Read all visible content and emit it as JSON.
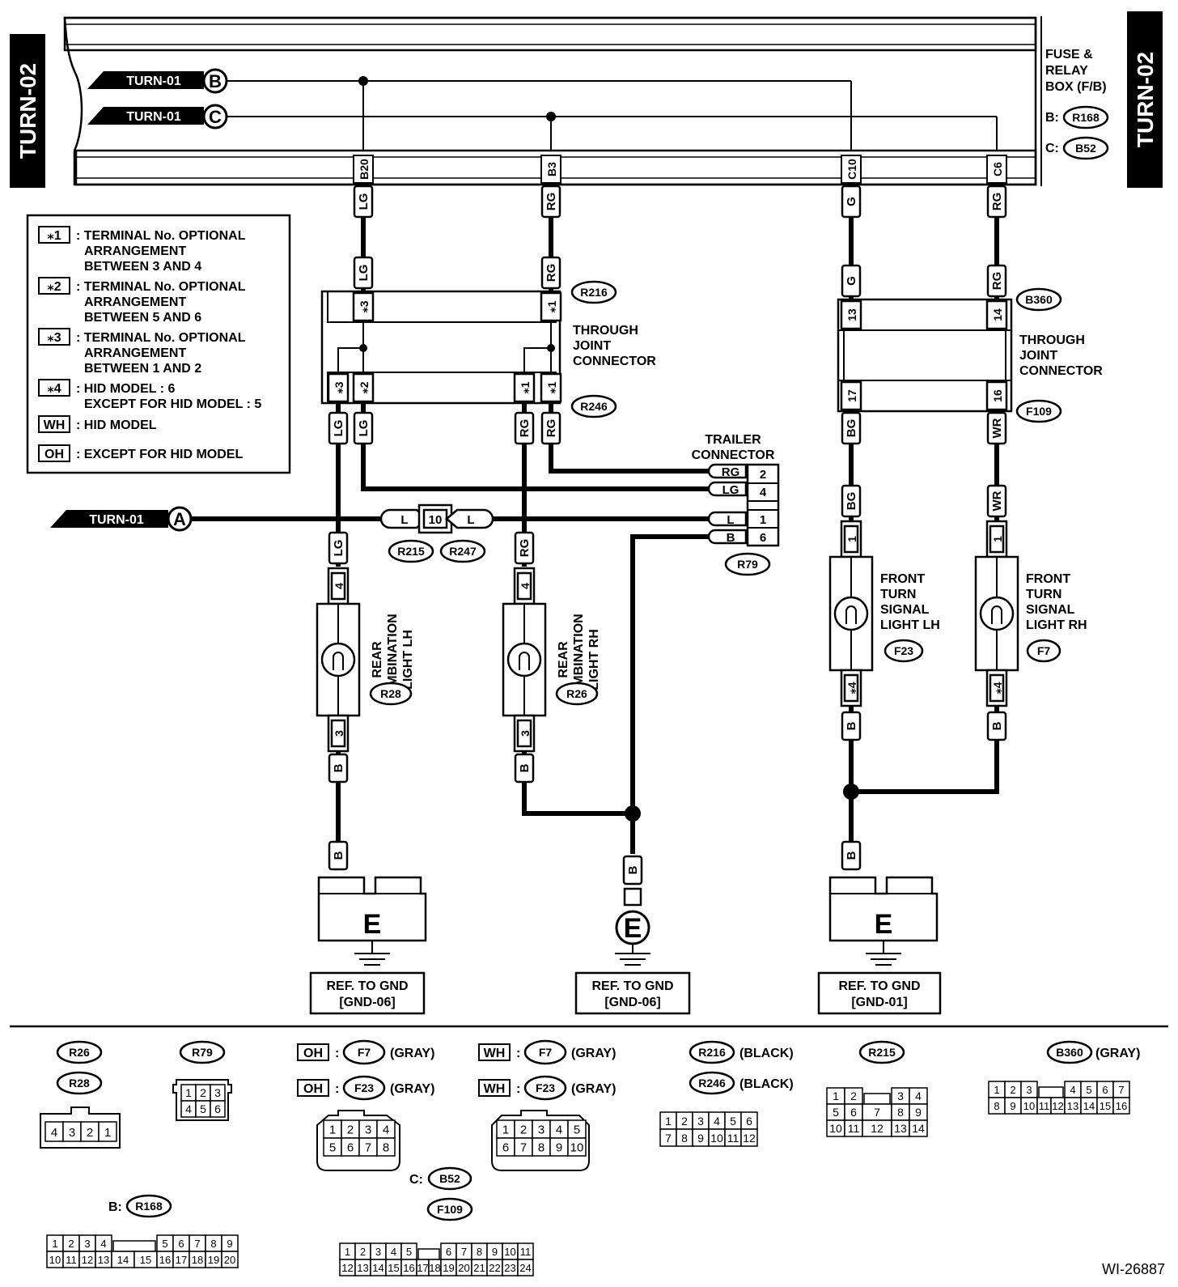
{
  "page_tag": "TURN-02",
  "fuse_box": {
    "label_lines": [
      "FUSE &",
      "RELAY",
      "BOX (F/B)"
    ],
    "b_prefix": "B:",
    "b_conn": "R168",
    "c_prefix": "C:",
    "c_conn": "B52"
  },
  "refs": {
    "turn_b": "TURN-01",
    "b_letter": "B",
    "turn_c": "TURN-01",
    "c_letter": "C",
    "turn_a": "TURN-01",
    "a_letter": "A"
  },
  "pins": {
    "b20": "B20",
    "b3": "B3",
    "c10": "C10",
    "c6": "C6"
  },
  "wires": {
    "lg": "LG",
    "rg": "RG",
    "g": "G",
    "bg": "BG",
    "wr": "WR",
    "l": "L",
    "b": "B"
  },
  "legend": [
    {
      "key": "⁎1",
      "lines": [
        ": TERMINAL No. OPTIONAL",
        "ARRANGEMENT",
        "BETWEEN 3 AND 4"
      ]
    },
    {
      "key": "⁎2",
      "lines": [
        ": TERMINAL No. OPTIONAL",
        "ARRANGEMENT",
        "BETWEEN 5 AND 6"
      ]
    },
    {
      "key": "⁎3",
      "lines": [
        ": TERMINAL No. OPTIONAL",
        "ARRANGEMENT",
        "BETWEEN 1 AND 2"
      ]
    },
    {
      "key": "⁎4",
      "lines": [
        ": HID MODEL :  6",
        "EXCEPT FOR HID MODEL :  5"
      ]
    },
    {
      "key": "WH",
      "lines": [
        ": HID MODEL"
      ]
    },
    {
      "key": "OH",
      "lines": [
        ": EXCEPT FOR HID MODEL"
      ]
    }
  ],
  "terms": {
    "s1": "⁎1",
    "s2": "⁎2",
    "s3": "⁎3",
    "s4": "⁎4",
    "t13": "13",
    "t14": "14",
    "t17": "17",
    "t16": "16",
    "t1": "1",
    "t3": "3",
    "t4": "4",
    "t10": "10",
    "t2": "2",
    "t6": "6"
  },
  "through_joint": {
    "lines": [
      "THROUGH",
      "JOINT",
      "CONNECTOR"
    ]
  },
  "trailer": {
    "lines": [
      "TRAILER",
      "CONNECTOR"
    ]
  },
  "conns": {
    "r216": "R216",
    "r246": "R246",
    "b360": "B360",
    "f109": "F109",
    "r215": "R215",
    "r247": "R247",
    "r79": "R79",
    "r28": "R28",
    "r26": "R26",
    "f23": "F23",
    "f7": "F7",
    "r168": "R168",
    "b52": "B52"
  },
  "components": {
    "rear_lh": [
      "REAR",
      "COMBINATION",
      "LIGHT LH"
    ],
    "rear_rh": [
      "REAR",
      "COMBINATION",
      "LIGHT RH"
    ],
    "front_lh": [
      "FRONT",
      "TURN",
      "SIGNAL",
      "LIGHT LH"
    ],
    "front_rh": [
      "FRONT",
      "TURN",
      "SIGNAL",
      "LIGHT RH"
    ]
  },
  "ground": {
    "letter": "E",
    "ref_lines_06": [
      "REF. TO GND",
      "[GND-06]"
    ],
    "ref_lines_01": [
      "REF. TO GND",
      "[GND-01]"
    ]
  },
  "conn_views": {
    "oh": "OH",
    "wh": "WH",
    "sep": ":",
    "gray": "(GRAY)",
    "black": "(BLACK)",
    "b_prefix": "B:",
    "c_prefix": "C:",
    "r26_rows": [
      [
        "4",
        "3",
        "2",
        "1"
      ]
    ],
    "r79_rows": [
      [
        "1",
        "2",
        "3"
      ],
      [
        "4",
        "5",
        "6"
      ]
    ],
    "f8_rows": [
      [
        "1",
        "2",
        "3",
        "4"
      ],
      [
        "5",
        "6",
        "7",
        "8"
      ]
    ],
    "f10_rows": [
      [
        "1",
        "2",
        "3",
        "4",
        "5"
      ],
      [
        "6",
        "7",
        "8",
        "9",
        "10"
      ]
    ],
    "r216_rows": [
      [
        "1",
        "2",
        "3",
        "4",
        "5",
        "6"
      ],
      [
        "7",
        "8",
        "9",
        "10",
        "11",
        "12"
      ]
    ],
    "r215_rows": [
      [
        "1",
        "2",
        "",
        "3",
        "4"
      ],
      [
        "5",
        "6",
        "7",
        "8",
        "9"
      ],
      [
        "10",
        "11",
        "12",
        "13",
        "14"
      ]
    ],
    "b360_rows": [
      [
        "1",
        "2",
        "3",
        "",
        "4",
        "5",
        "6",
        "7"
      ],
      [
        "8",
        "9",
        "10",
        "11",
        "12",
        "13",
        "14",
        "15",
        "16"
      ]
    ],
    "r168_rows": [
      [
        "1",
        "2",
        "3",
        "4",
        "",
        "5",
        "6",
        "7",
        "8",
        "9"
      ],
      [
        "10",
        "11",
        "12",
        "13",
        "14",
        "15",
        "16",
        "17",
        "18",
        "19",
        "20"
      ]
    ],
    "b52_rows": [
      [
        "1",
        "2",
        "3",
        "4",
        "5",
        "",
        "6",
        "7",
        "8",
        "9",
        "10",
        "11"
      ],
      [
        "12",
        "13",
        "14",
        "15",
        "16",
        "17",
        "18",
        "19",
        "20",
        "21",
        "22",
        "23",
        "24"
      ]
    ]
  },
  "figure_id": "WI-26887"
}
